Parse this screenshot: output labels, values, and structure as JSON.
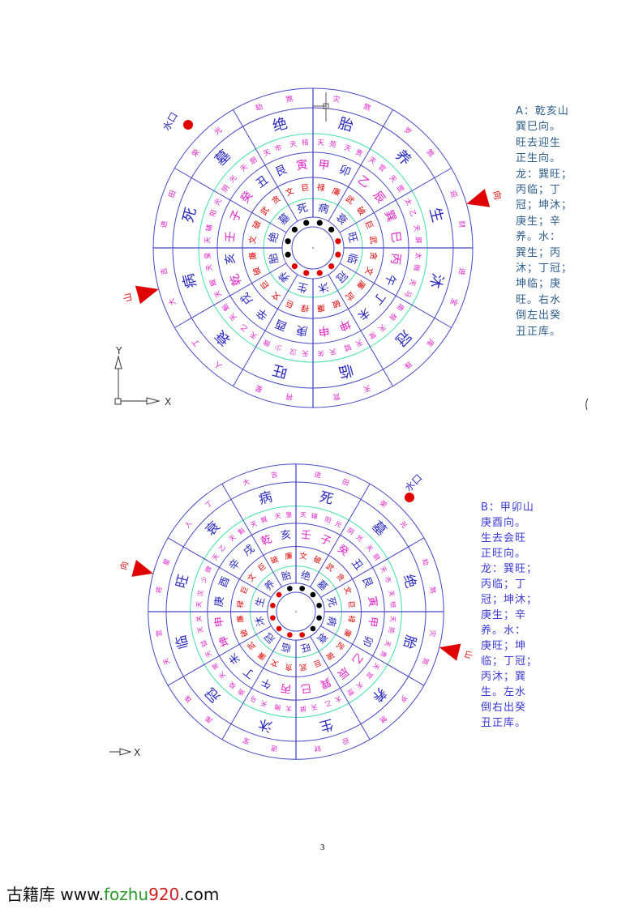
{
  "colors": {
    "line": "#4646c8",
    "green_ring": "#3ee0a8",
    "magenta": "#e020c8",
    "red": "#e00000",
    "blue_text": "#2828c0",
    "black": "#000000"
  },
  "diagrams": [
    {
      "id": "A",
      "outer_ring": [
        "灾煞",
        "岁煞",
        "迎财",
        "进宝",
        "库珠",
        "天宫",
        "将星",
        "人丁",
        "大吉",
        "进田",
        "荣光",
        "劫煞"
      ],
      "stages": [
        "胎",
        "养",
        "生",
        "沐",
        "冠",
        "临",
        "旺",
        "衰",
        "病",
        "死",
        "墓",
        "绝"
      ],
      "stars": [
        "天苑",
        "天贵",
        "天官",
        "天罡",
        "太乙",
        "天屏",
        "太微",
        "天马",
        "南极",
        "天常",
        "天钺",
        "天关",
        "天汉",
        "少微",
        "天乙",
        "天魁",
        "天厩",
        "天皇",
        "天辅",
        "阳光",
        "阴光",
        "天厨",
        "天市",
        "天棓"
      ],
      "mountains": [
        "甲",
        "卯",
        "乙",
        "辰",
        "巽",
        "巳",
        "丙",
        "午",
        "丁",
        "未",
        "坤",
        "申",
        "庚",
        "酉",
        "辛",
        "戌",
        "乾",
        "亥",
        "壬",
        "子",
        "癸",
        "丑",
        "艮",
        "寅"
      ],
      "mountain_colors": [
        "#e020c8",
        "#2828c0",
        "#e020c8",
        "#e020c8",
        "#e020c8",
        "#e020c8",
        "#e020c8",
        "#2828c0",
        "#2828c0",
        "#2828c0",
        "#e020c8",
        "#e020c8",
        "#2828c0",
        "#2828c0",
        "#2828c0",
        "#2828c0",
        "#e020c8",
        "#2828c0",
        "#e020c8",
        "#e020c8",
        "#e020c8",
        "#2828c0",
        "#2828c0",
        "#e020c8"
      ],
      "nine_stars": [
        "禄",
        "廉",
        "武",
        "破",
        "巨",
        "武",
        "贪",
        "文",
        "廉",
        "武",
        "破",
        "廉",
        "禄",
        "巨",
        "文",
        "巨",
        "破",
        "廉",
        "文",
        "破",
        "武",
        "贪",
        "文",
        "巨"
      ],
      "inner_stages": [
        "病",
        "衰",
        "旺",
        "临",
        "冠",
        "沐",
        "生",
        "养",
        "胎",
        "绝",
        "墓",
        "死"
      ],
      "dot_colors": [
        "#000000",
        "#000000",
        "#e00000",
        "#e00000",
        "#e00000",
        "#e00000",
        "#e00000",
        "#e00000",
        "#000000",
        "#000000",
        "#000000",
        "#000000"
      ],
      "facing_label": "向",
      "mountain_label": "山",
      "water_exit_label": "水口",
      "notes": [
        "A：乾亥山",
        "巽巳向。",
        "旺去迎生",
        "正生向。",
        "龙：巽旺；",
        "丙临；丁",
        "冠；坤沐；",
        "庚生；辛",
        "养。水：",
        "巽生；丙",
        "沐；丁冠；",
        "坤临；庚",
        "旺。右水",
        "倒左出癸",
        "丑正库。"
      ]
    },
    {
      "id": "B",
      "outer_ring": [
        "灾煞",
        "岁煞",
        "迎财",
        "进宝",
        "库珠",
        "天宫",
        "将星",
        "人丁",
        "大吉",
        "进田",
        "荣光",
        "劫煞"
      ],
      "stages": [
        "胎",
        "养",
        "生",
        "沐",
        "冠",
        "临",
        "旺",
        "衰",
        "病",
        "死",
        "墓",
        "绝"
      ],
      "stars": [
        "天苑",
        "天贵",
        "天官",
        "天罡",
        "太乙",
        "天屏",
        "太微",
        "天马",
        "南极",
        "天常",
        "天钺",
        "天关",
        "天汉",
        "少微",
        "天乙",
        "天魁",
        "天厩",
        "天皇",
        "天辅",
        "阳光",
        "阴光",
        "天厨",
        "天市",
        "天棓"
      ],
      "mountains": [
        "甲",
        "卯",
        "乙",
        "辰",
        "巽",
        "巳",
        "丙",
        "午",
        "丁",
        "未",
        "坤",
        "申",
        "庚",
        "酉",
        "辛",
        "戌",
        "乾",
        "亥",
        "壬",
        "子",
        "癸",
        "丑",
        "艮",
        "寅"
      ],
      "mountain_colors": [
        "#e020c8",
        "#2828c0",
        "#e020c8",
        "#e020c8",
        "#e020c8",
        "#e020c8",
        "#e020c8",
        "#2828c0",
        "#2828c0",
        "#2828c0",
        "#e020c8",
        "#e020c8",
        "#2828c0",
        "#2828c0",
        "#2828c0",
        "#2828c0",
        "#e020c8",
        "#2828c0",
        "#e020c8",
        "#e020c8",
        "#e020c8",
        "#2828c0",
        "#2828c0",
        "#e020c8"
      ],
      "nine_stars": [
        "禄",
        "廉",
        "武",
        "破",
        "巨",
        "武",
        "贪",
        "文",
        "廉",
        "武",
        "破",
        "廉",
        "禄",
        "巨",
        "文",
        "巨",
        "破",
        "廉",
        "文",
        "破",
        "武",
        "贪",
        "文",
        "巨"
      ],
      "inner_stages": [
        "病",
        "衰",
        "旺",
        "临",
        "冠",
        "沐",
        "生",
        "养",
        "胎",
        "绝",
        "墓",
        "死"
      ],
      "dot_colors": [
        "#000000",
        "#000000",
        "#e00000",
        "#e00000",
        "#e00000",
        "#e00000",
        "#e00000",
        "#e00000",
        "#000000",
        "#000000",
        "#000000",
        "#000000"
      ],
      "facing_label": "向",
      "mountain_label": "山",
      "water_exit_label": "水口",
      "notes": [
        "B：甲卯山",
        "庚酉向。",
        "生去会旺",
        "正旺向。",
        "龙：巽旺；",
        "丙临；丁",
        "冠；坤沐；",
        "庚生；辛",
        "养。水：",
        "庚旺；坤",
        "临；丁冠；",
        "丙沐；巽",
        "生。左水",
        "倒右出癸",
        "丑正库。"
      ]
    }
  ],
  "axis": {
    "x_label": "X",
    "y_label": "Y"
  },
  "page_number": "3",
  "footer": {
    "site_name": "古籍库",
    "url_prefix": "www.",
    "url_green": "fozhu",
    "url_red": "920",
    "url_suffix": ".com"
  }
}
